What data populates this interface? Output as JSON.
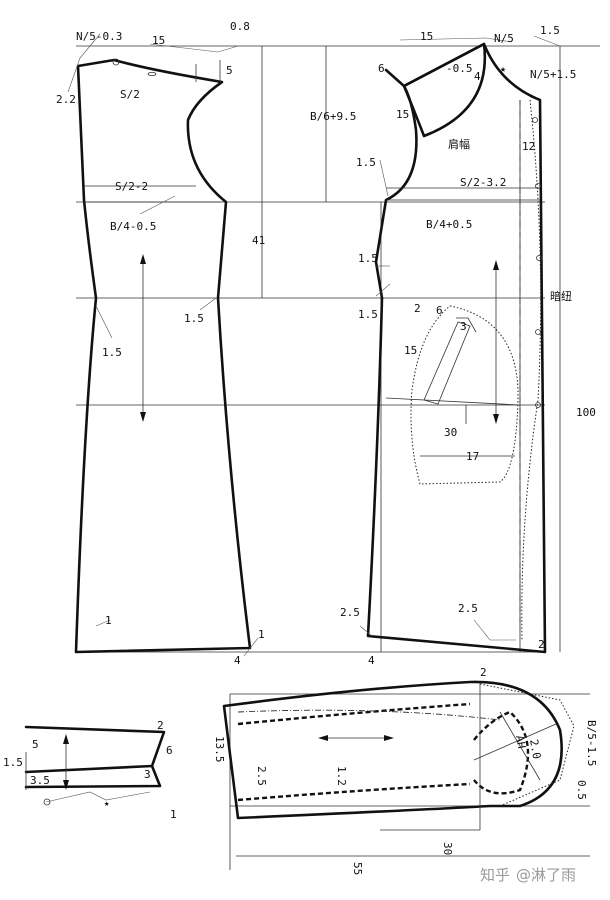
{
  "watermark": {
    "platform": "知乎",
    "author": "@淋了雨"
  },
  "back_panel": {
    "neck_width": "N/5-0.3",
    "shoulder_len": "15",
    "neck_depth": "0.8",
    "shoulder_drop": "5",
    "neck_rise": "2.2",
    "half_shoulder": "S/2",
    "half_back_width": "S/2-2",
    "bust": "B/4-0.5",
    "waist_in": "1.5",
    "side_in": "1.5",
    "hem_rise": "1",
    "hem_flare": "4"
  },
  "center_labels": {
    "armhole_depth": "B/6+9.5",
    "waist_length": "41"
  },
  "front_panel": {
    "shoulder_len": "15",
    "neck_width": "N/5",
    "neck_offset": "1.5",
    "shoulder_drop": "6",
    "neck_adjust": "-0.5",
    "collar_val": "4",
    "neck_depth": "N/5+1.5",
    "dart_len": "15",
    "shoulder_width_label": "肩幅",
    "front_overlap": "12",
    "armhole_in": "1.5",
    "half_front_width": "S/2-3.2",
    "bust": "B/4+0.5",
    "side_in_1": "1.5",
    "side_in_2": "1.5",
    "hidden_placket": "暗纽",
    "pocket_top_1": "2",
    "pocket_top_2": "6",
    "pocket_top_3": "3",
    "pocket_len": "15",
    "pocket_depth": "30",
    "pocket_width": "17",
    "hem_side": "2.5",
    "hem_flare": "4",
    "hem_front": "2.5",
    "hem_corner": "2",
    "total_length": "100"
  },
  "collar_piece": {
    "v_2": "2",
    "v_5": "5",
    "v_1_5": "1.5",
    "v_6": "6",
    "v_3_5": "3.5",
    "v_3": "3",
    "v_1": "1"
  },
  "sleeve_piece": {
    "cap_top": "2",
    "cap_height": "B/5-1.5",
    "cap_width": "0.5",
    "ah_front": "AH",
    "ah_val": "2.0",
    "cuff": "13.5",
    "inner_1": "2.5",
    "inner_2": "1.2",
    "elbow": "30",
    "sleeve_len": "55"
  }
}
